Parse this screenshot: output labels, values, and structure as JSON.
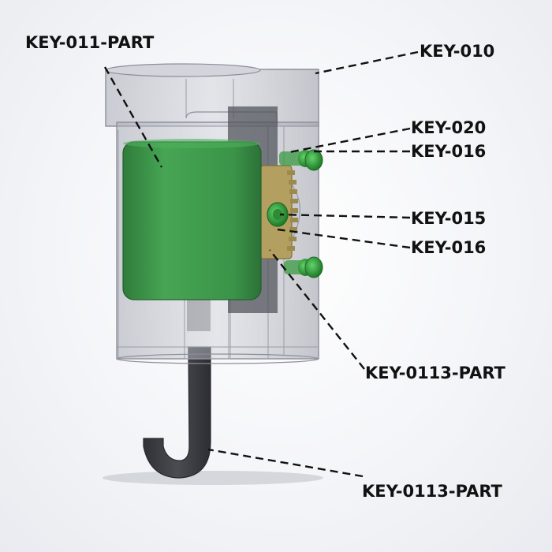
{
  "colors": {
    "housing": "#b9bcc6",
    "housing_edge": "#7d808c",
    "cylinder": "#3e9b4d",
    "cylinder_dark": "#2f7a3b",
    "gear": "#b3a060",
    "pins": "#34a83c",
    "hook": "#3d3f44",
    "label": "#111111"
  },
  "labels": {
    "key_011_part": "KEY-011-PART",
    "key_010": "KEY-010",
    "key_020": "KEY-020",
    "key_016_top": "KEY-016",
    "key_015": "KEY-015",
    "key_016_mid": "KEY-016",
    "key_0113_part_gear": "KEY-0113-PART",
    "key_0113_part_hook": "KEY-0113-PART"
  }
}
